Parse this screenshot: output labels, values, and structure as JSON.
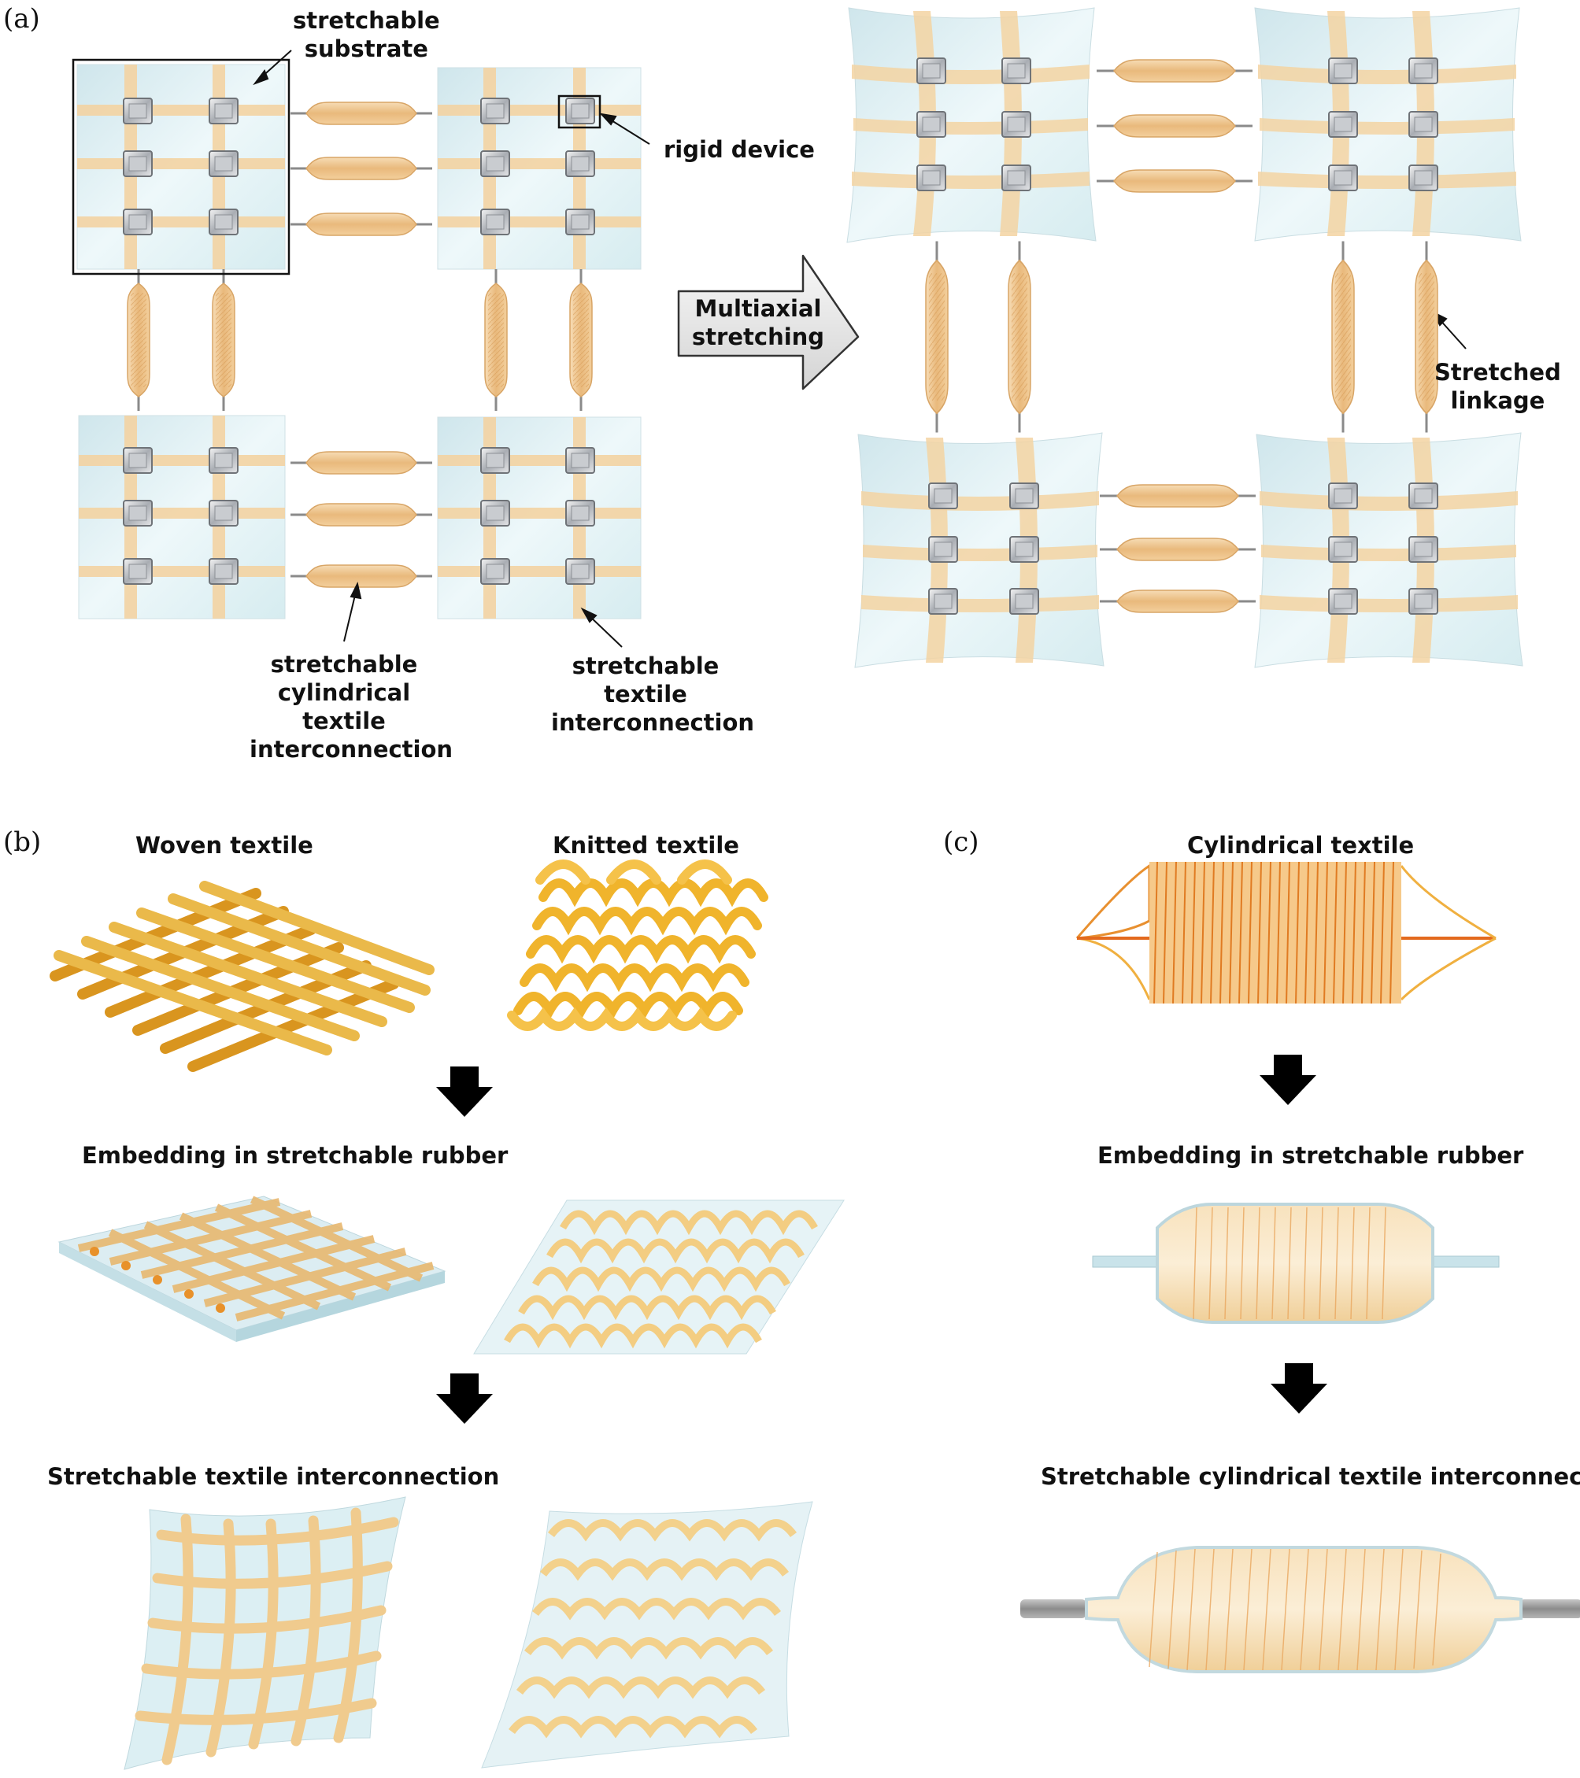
{
  "panels": {
    "a": {
      "letter": "(a)",
      "labels": {
        "substrate": [
          "stretchable",
          "substrate"
        ],
        "rigid": "rigid device",
        "arrow": [
          "Multiaxial",
          "stretching"
        ],
        "stretched": [
          "Stretched",
          "linkage"
        ],
        "cyl": [
          "stretchable",
          "cylindrical",
          "textile",
          "interconnection"
        ],
        "textile": [
          "stretchable",
          "textile",
          "interconnection"
        ]
      }
    },
    "b": {
      "letter": "(b)",
      "woven": "Woven textile",
      "knitted": "Knitted textile",
      "embed": "Embedding in stretchable rubber",
      "result": "Stretchable textile interconnection"
    },
    "c": {
      "letter": "(c)",
      "title": "Cylindrical textile",
      "embed": "Embedding in stretchable rubber",
      "result": "Stretchable cylindrical textile interconnection"
    }
  },
  "colors": {
    "substrate": "#dff0f3",
    "strip": "#f3d3a2",
    "device": "#b8bcc2",
    "linkage": "#efc692",
    "arrow_fill": "#ececec",
    "black_arrow": "#000000",
    "yarn": "#e6a22c"
  }
}
